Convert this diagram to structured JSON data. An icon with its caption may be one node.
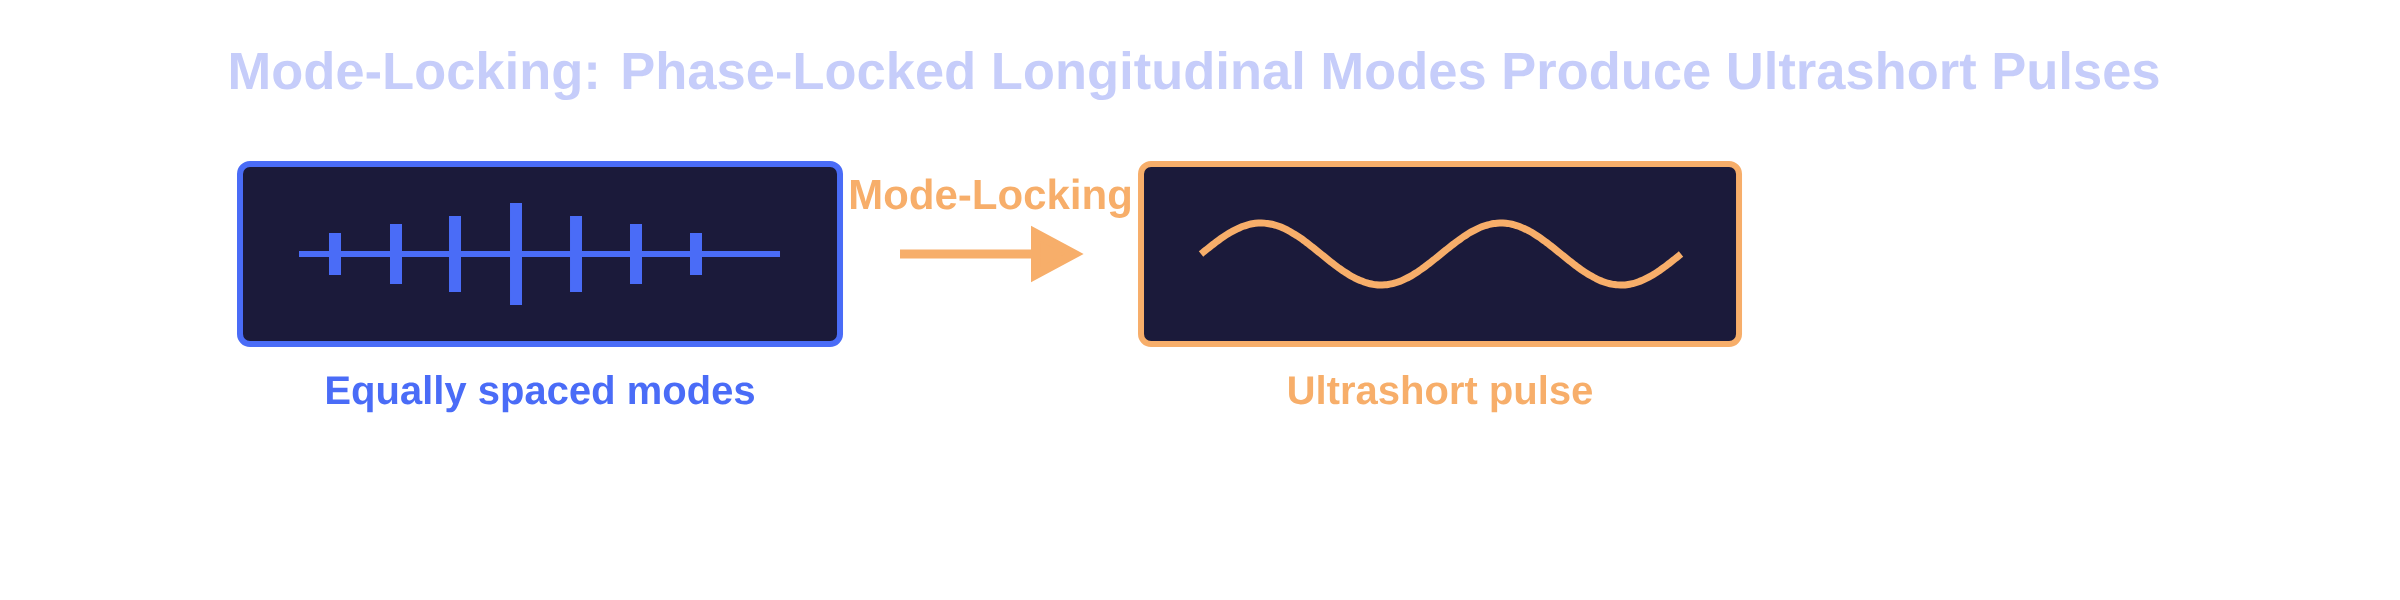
{
  "diagram": {
    "title": "Mode-Locking: Phase-Locked Longitudinal Modes Produce Ultrashort Pulses",
    "nodes": [
      {
        "text": [],
        "shape": "box",
        "beside": [
          "Equally spaced modes"
        ]
      },
      {
        "text": [],
        "shape": "box",
        "beside": [
          "Ultrashort pulse"
        ]
      }
    ],
    "edges": [
      {
        "from": 0,
        "to": 1,
        "arrow": "to",
        "label": "Mode-Locking"
      }
    ]
  }
}
